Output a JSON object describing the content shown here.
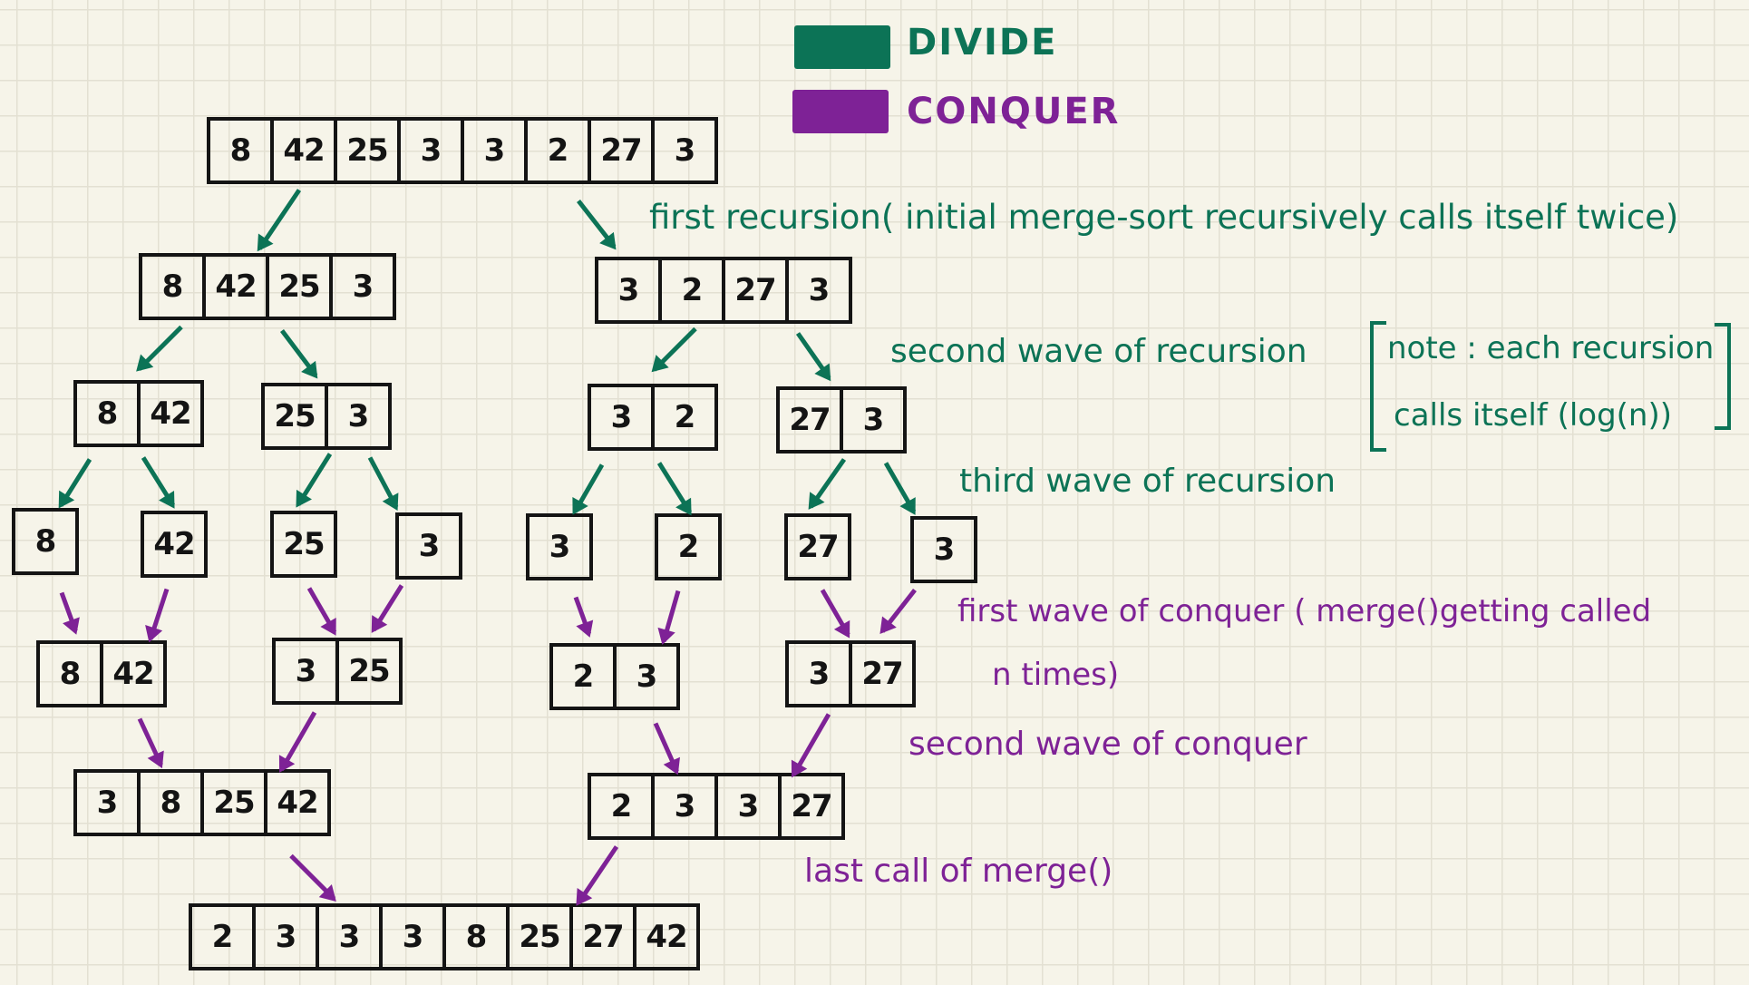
{
  "legend": {
    "divide": {
      "label": "DIVIDE",
      "color": "#0c7356"
    },
    "conquer": {
      "label": "CONQUER",
      "color": "#7e2296"
    }
  },
  "arrays": {
    "initial": [
      "8",
      "42",
      "25",
      "3",
      "3",
      "2",
      "27",
      "3"
    ],
    "d1_left": [
      "8",
      "42",
      "25",
      "3"
    ],
    "d1_right": [
      "3",
      "2",
      "27",
      "3"
    ],
    "d2_a": [
      "8",
      "42"
    ],
    "d2_b": [
      "25",
      "3"
    ],
    "d2_c": [
      "3",
      "2"
    ],
    "d2_d": [
      "27",
      "3"
    ],
    "leaf_1": [
      "8"
    ],
    "leaf_2": [
      "42"
    ],
    "leaf_3": [
      "25"
    ],
    "leaf_4": [
      "3"
    ],
    "leaf_5": [
      "3"
    ],
    "leaf_6": [
      "2"
    ],
    "leaf_7": [
      "27"
    ],
    "leaf_8": [
      "3"
    ],
    "m1_a": [
      "8",
      "42"
    ],
    "m1_b": [
      "3",
      "25"
    ],
    "m1_c": [
      "2",
      "3"
    ],
    "m1_d": [
      "3",
      "27"
    ],
    "m2_left": [
      "3",
      "8",
      "25",
      "42"
    ],
    "m2_right": [
      "2",
      "3",
      "3",
      "27"
    ],
    "final": [
      "2",
      "3",
      "3",
      "3",
      "8",
      "25",
      "27",
      "42"
    ]
  },
  "annotations": {
    "first_recursion": "first recursion( initial merge-sort recursively calls itself twice)",
    "second_wave_recursion": "second wave of recursion",
    "note_line1": "note : each recursion",
    "note_line2": "calls itself (log(n))",
    "third_wave_recursion": "third wave of recursion",
    "first_wave_conquer_line1": "first wave of conquer ( merge()getting called",
    "first_wave_conquer_line2": "n times)",
    "second_wave_conquer": "second wave of conquer",
    "last_call": "last call of merge()"
  }
}
